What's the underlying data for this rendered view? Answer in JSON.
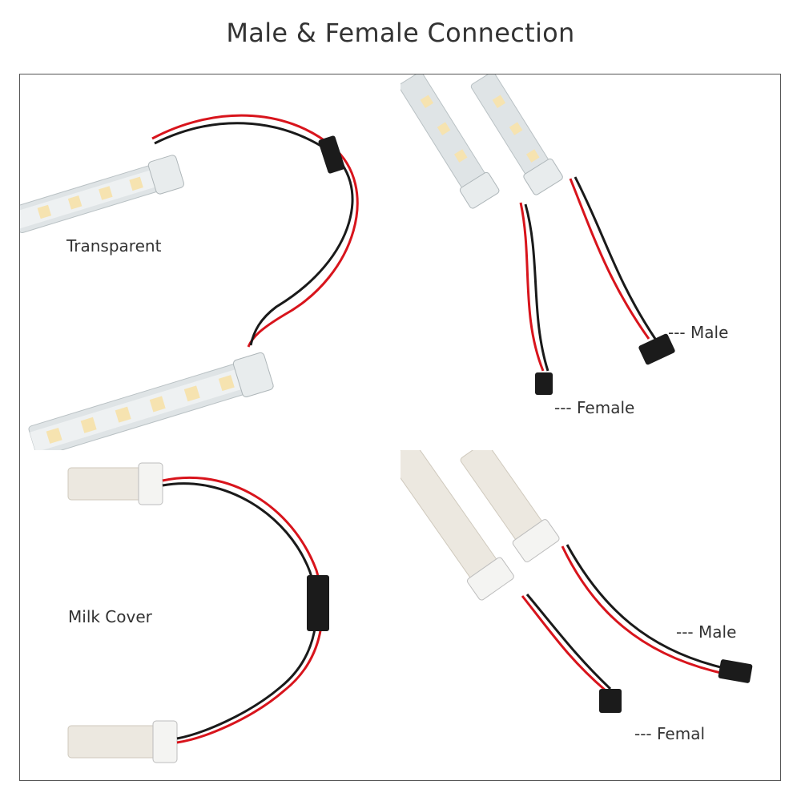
{
  "title": "Male & Female Connection",
  "panels": {
    "top_left": {
      "label": "Transparent"
    },
    "top_right": {
      "male_label": "--- Male",
      "female_label": "--- Female"
    },
    "bottom_left": {
      "label": "Milk Cover"
    },
    "bottom_right": {
      "male_label": "--- Male",
      "female_label": "--- Femal"
    }
  },
  "colors": {
    "wire_red": "#d8141c",
    "wire_black": "#1a1a1a",
    "led": "#f6e3b0",
    "border": "#555555"
  }
}
